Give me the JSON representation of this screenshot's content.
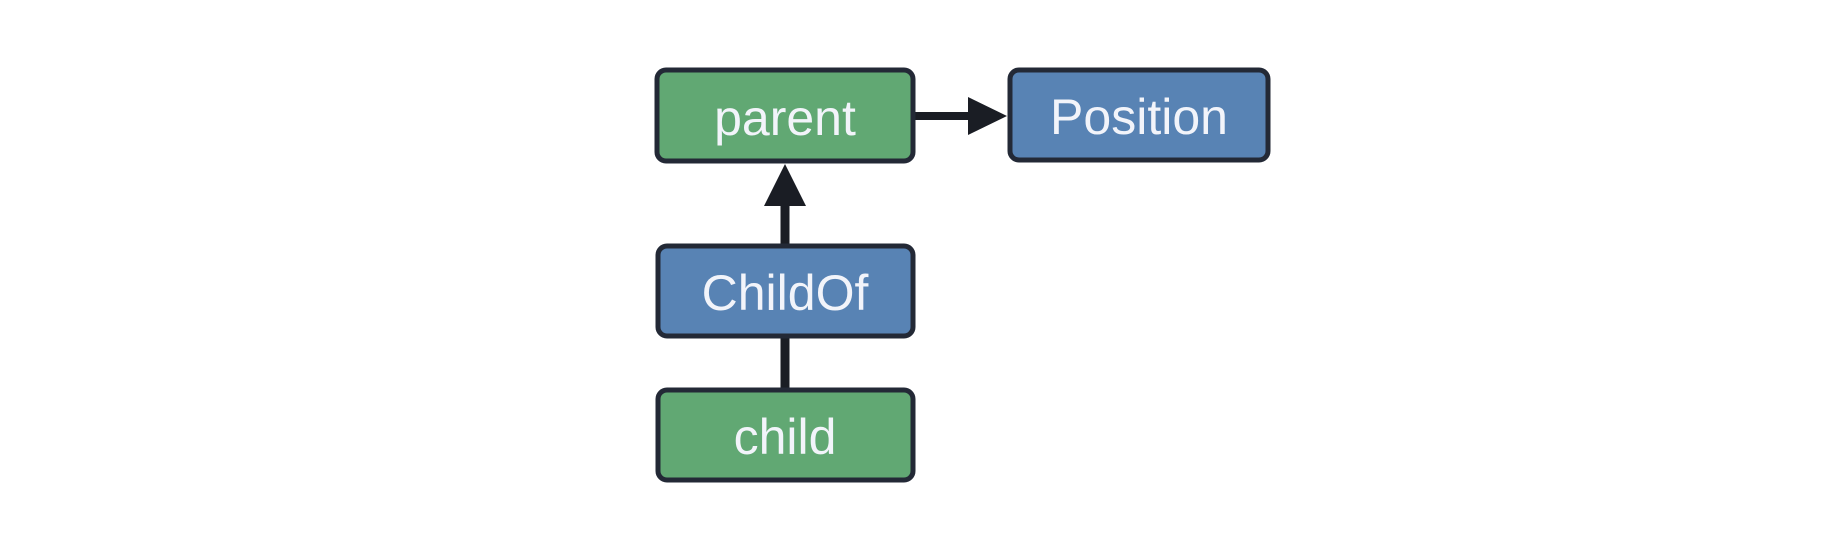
{
  "diagram": {
    "background": "#ffffff",
    "colors": {
      "entity_fill": "#61a873",
      "component_fill": "#5883b4",
      "border": "#232936",
      "arrow": "#1a1d24",
      "text": "#f2f4fa"
    },
    "nodes": [
      {
        "id": "parent",
        "label": "parent",
        "fill_role": "entity_fill"
      },
      {
        "id": "Position",
        "label": "Position",
        "fill_role": "component_fill"
      },
      {
        "id": "ChildOf",
        "label": "ChildOf",
        "fill_role": "component_fill"
      },
      {
        "id": "child",
        "label": "child",
        "fill_role": "entity_fill"
      }
    ],
    "edges": [
      {
        "from": "parent",
        "to": "Position",
        "style": "arrow",
        "direction": "right"
      },
      {
        "from": "ChildOf",
        "to": "parent",
        "style": "arrow",
        "direction": "up"
      },
      {
        "from": "child",
        "to": "ChildOf",
        "style": "line",
        "direction": "up"
      }
    ]
  }
}
